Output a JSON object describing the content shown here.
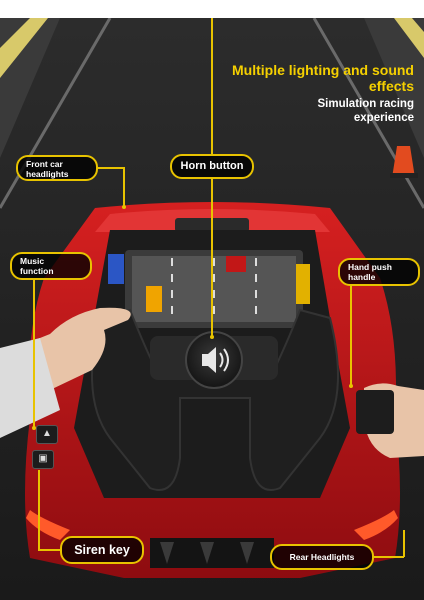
{
  "headline": {
    "line1": "Multiple lighting and sound",
    "line2": "effects",
    "sub1": "Simulation racing",
    "sub2": "experience"
  },
  "callouts": {
    "front_headlights": {
      "line1": "Front car",
      "line2": "headlights"
    },
    "horn_button": "Horn button",
    "music_function": {
      "line1": "Music",
      "line2": "function"
    },
    "hand_push_handle": {
      "line1": "Hand push",
      "line2": "handle"
    },
    "siren_key": "Siren key",
    "rear_headlights": "Rear Headlights"
  },
  "icons": [
    "speaker-icon",
    "siren-icon",
    "car-icon"
  ],
  "colors": {
    "accent": "#e8c300",
    "car_body": "#c8141a",
    "wheel": "#1f1f1f"
  }
}
